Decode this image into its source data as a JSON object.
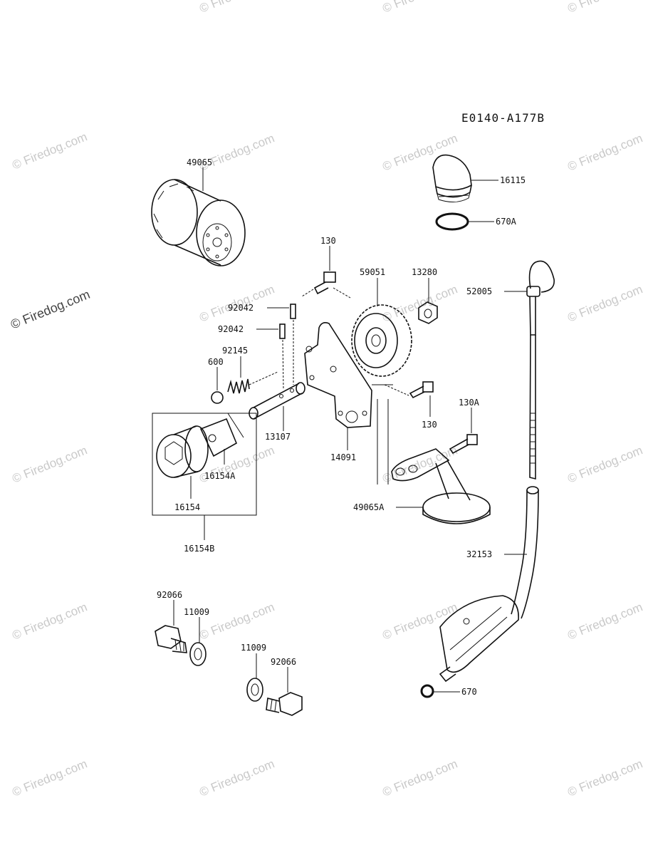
{
  "diagram_code": "E0140-A177B",
  "watermark": "© Firedog.com",
  "watermark_main": "© Firedog.com",
  "labels": {
    "p49065": "49065",
    "p16115": "16115",
    "p670A": "670A",
    "p130_top": "130",
    "p59051": "59051",
    "p13280": "13280",
    "p52005": "52005",
    "p92042_a": "92042",
    "p92042_b": "92042",
    "p92145": "92145",
    "p600": "600",
    "p13107": "13107",
    "p14091": "14091",
    "p130_mid": "130",
    "p130A": "130A",
    "p16154A": "16154A",
    "p16154": "16154",
    "p16154B": "16154B",
    "p49065A": "49065A",
    "p32153": "32153",
    "p92066_a": "92066",
    "p11009_a": "11009",
    "p11009_b": "11009",
    "p92066_b": "92066",
    "p670": "670"
  }
}
